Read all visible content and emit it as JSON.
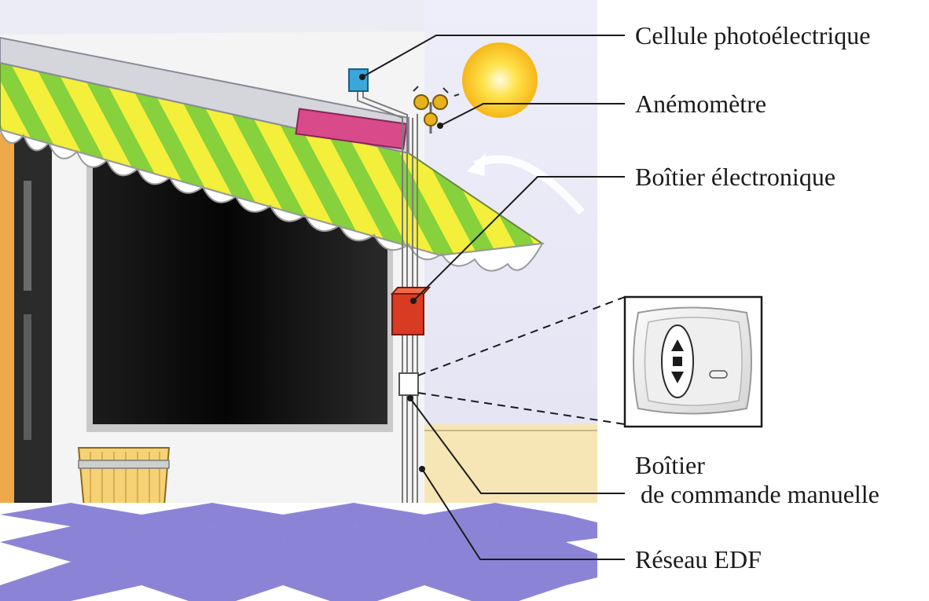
{
  "labels": {
    "photocell": "Cellule photoélectrique",
    "anemometer": "Anémomètre",
    "electronic_box": "Boîtier électronique",
    "manual_box_line1": "Boîtier",
    "manual_box_line2": "de commande manuelle",
    "grid": "Réseau EDF"
  },
  "colors": {
    "awning_yellow": "#f3ef3a",
    "awning_green": "#86d13c",
    "photocell_blue": "#3aa7d8",
    "motor_pink": "#d94a8a",
    "electronic_box_red": "#d93a22",
    "sun": "#ffd21a",
    "sky": "#e6e6f5",
    "tile_purple": "#8b84d6",
    "window_dark": "#141414",
    "leader_line": "#1b1b1b"
  },
  "icons": {
    "switch_up": "triangle-up",
    "switch_stop": "square",
    "switch_down": "triangle-down"
  }
}
